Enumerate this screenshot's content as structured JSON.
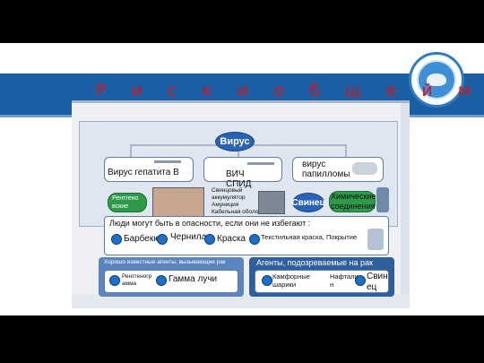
{
  "title": "Р и с к и   о б щ е й   м у т а ц и и",
  "diagram": {
    "virus": "Вирус",
    "hepatitis": "Вирус гепатита В",
    "hiv_line1": "ВИЧ",
    "hiv_line2": "СПИД",
    "papilloma_line1": "вирус",
    "papilloma_line2": "папилломы",
    "xray_line1": "Рентгено",
    "xray_line2": "вские",
    "lead_battery_line1": "Свинцовый",
    "lead_battery_line2": "аккумулятор",
    "lead_battery_line3": "Амуниция",
    "lead_battery_line4": "Кабельная оболочка",
    "lead": "Свинец",
    "chemicals_line1": "Химические",
    "chemicals_line2": "соединения",
    "people_risk": "Люди могут быть в опасности, если они не избегают :",
    "barbecue": "Барбекю",
    "ink": "Чернила",
    "paint": "Краска",
    "textile": "Текстильная краска, Покрытие",
    "known_agents": "Хорошо известные агенты, вызывающие рак",
    "xray2_line1": "Рентгеногр",
    "xray2_line2": "амма",
    "gamma": "Гамма лучи",
    "suspected_agents": "Агенты, подозреваемые на рак",
    "camphor_line1": "Камфорные",
    "camphor_line2": "шарики",
    "naphtha_line1": "Нафтали",
    "naphtha_line2": "н",
    "lead2_line1": "Свин",
    "lead2_line2": "ец"
  },
  "colors": {
    "title": "#d4151b",
    "header_blue": "#1a5fa3",
    "oval_blue": "#2a63b5",
    "pill_green": "#2f9a4a"
  }
}
